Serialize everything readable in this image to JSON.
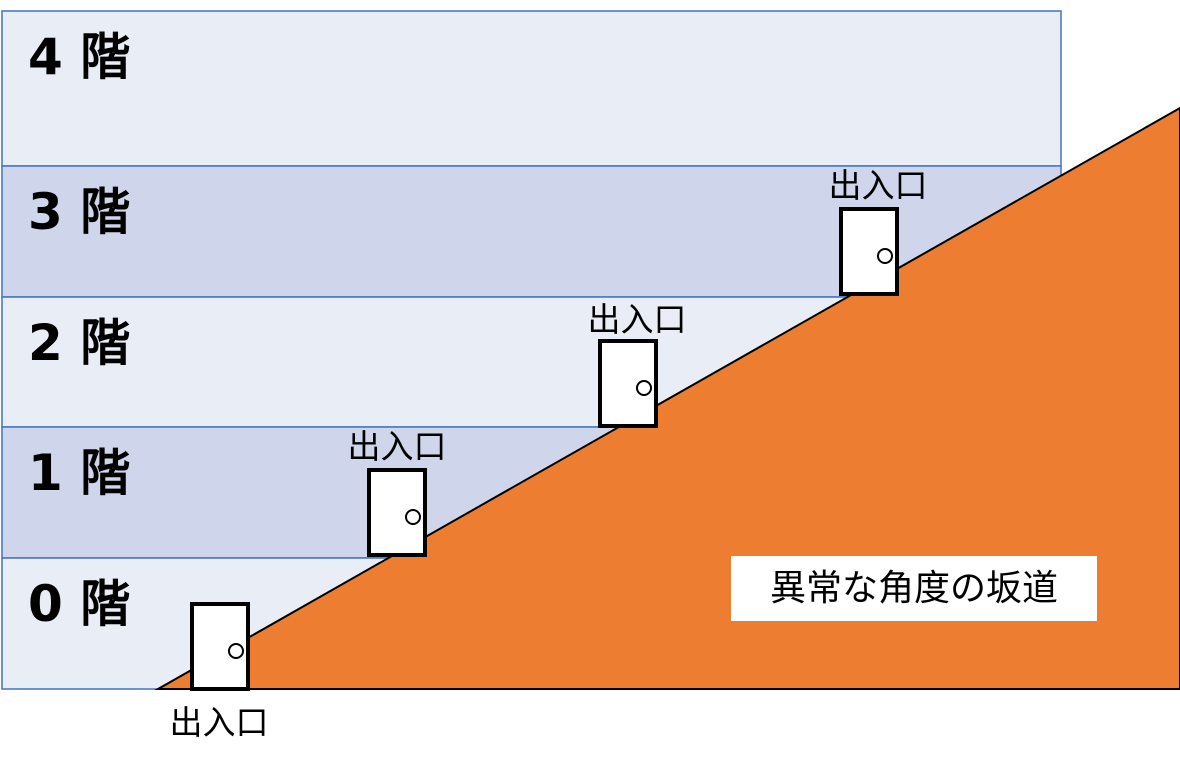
{
  "floors": [
    {
      "label": "4 階",
      "fill": "#e9edf6"
    },
    {
      "label": "3 階",
      "fill": "#cfd6ec"
    },
    {
      "label": "2 階",
      "fill": "#e9edf6"
    },
    {
      "label": "1 階",
      "fill": "#cfd6ec"
    },
    {
      "label": "0 階",
      "fill": "#e9edf6"
    }
  ],
  "doors": [
    {
      "label": "出入口"
    },
    {
      "label": "出入口"
    },
    {
      "label": "出入口"
    },
    {
      "label": "出入口"
    }
  ],
  "slope": {
    "label": "異常な角度の坂道",
    "color": "#ed7d31"
  },
  "colors": {
    "floor_border": "#4472c4",
    "door_border": "#000000",
    "label_box": "#ffffff"
  }
}
